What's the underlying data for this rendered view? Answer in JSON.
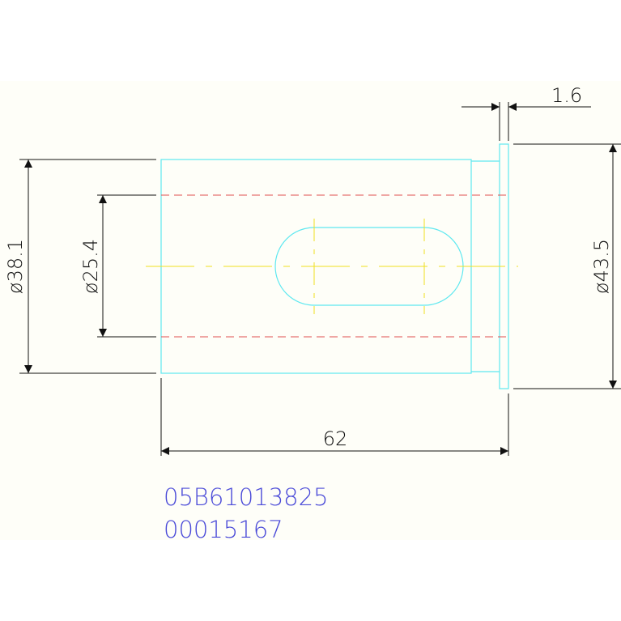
{
  "colors": {
    "background": "#ffffff",
    "sheet": "#fefef8",
    "outline": "#5ee8f0",
    "dimension": "#111111",
    "hidden_line": "#e05050",
    "center_line": "#f0e020",
    "part_code": "#4a4ad8"
  },
  "dimensions": {
    "flange_thickness": "1.6",
    "body_diameter": "ø38.1",
    "bore_diameter": "ø25.4",
    "flange_diameter": "ø43.5",
    "overall_length": "62"
  },
  "part_codes": {
    "code_primary": "05B61013825",
    "code_secondary": "00015167"
  }
}
